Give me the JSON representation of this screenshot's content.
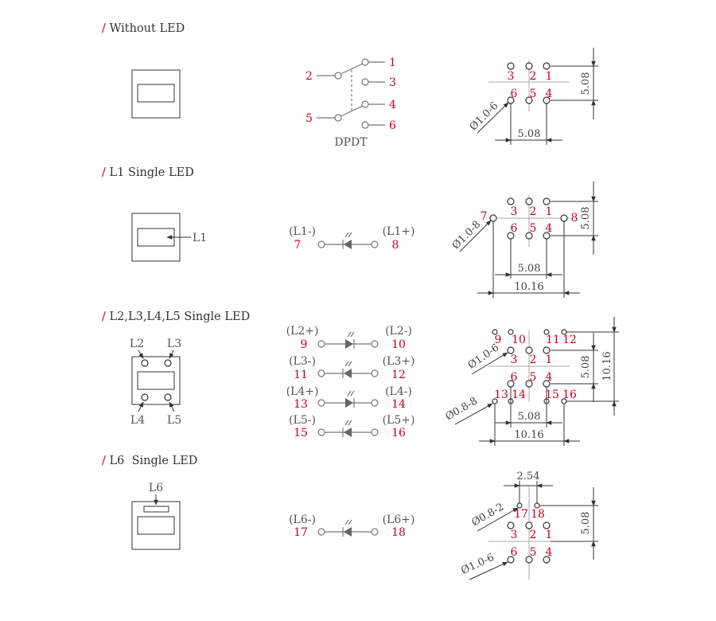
{
  "colors": {
    "accent_red": "#d0021b",
    "pin_red": "#c8001e",
    "line": "#333333",
    "guide": "#aaaaaa"
  },
  "sections": [
    {
      "slash": "/",
      "title": "Without LED",
      "schematic": {
        "pins": [
          "1",
          "2",
          "3",
          "4",
          "5",
          "6"
        ],
        "caption": "DPDT"
      },
      "footprint": {
        "pins": [
          "3",
          "2",
          "1",
          "6",
          "5",
          "4"
        ],
        "dims": {
          "pitch_h": "5.08",
          "pitch_v": "5.08",
          "hole": "Ø1.0-6"
        }
      }
    },
    {
      "slash": "/",
      "title": "L1 Single LED",
      "front": {
        "led": "L1"
      },
      "schematic": {
        "leds": [
          {
            "left_label": "(L1-)",
            "left_pin": "7",
            "right_label": "(L1+)",
            "right_pin": "8"
          }
        ]
      },
      "footprint": {
        "pins": [
          "3",
          "2",
          "1",
          "7",
          "8",
          "6",
          "5",
          "4"
        ],
        "dims": {
          "pitch_h": "5.08",
          "pitch_v": "5.08",
          "span": "10.16",
          "hole": "Ø1.0-8"
        }
      }
    },
    {
      "slash": "/",
      "title": "L2,L3,L4,L5 Single LED",
      "front": {
        "leds": [
          "L2",
          "L3",
          "L4",
          "L5"
        ]
      },
      "schematic": {
        "leds": [
          {
            "left_label": "(L2+)",
            "left_pin": "9",
            "right_label": "(L2-)",
            "right_pin": "10"
          },
          {
            "left_label": "(L3-)",
            "left_pin": "11",
            "right_label": "(L3+)",
            "right_pin": "12"
          },
          {
            "left_label": "(L4+)",
            "left_pin": "13",
            "right_label": "(L4-)",
            "right_pin": "14"
          },
          {
            "left_label": "(L5-)",
            "left_pin": "15",
            "right_label": "(L5+)",
            "right_pin": "16"
          }
        ]
      },
      "footprint": {
        "pins": [
          "9",
          "10",
          "11",
          "12",
          "3",
          "2",
          "1",
          "6",
          "5",
          "4",
          "13",
          "14",
          "15",
          "16"
        ],
        "dims": {
          "pitch_h": "5.08",
          "pitch_v": "5.08",
          "span_h": "10.16",
          "span_v": "10.16",
          "hole_big": "Ø1.0-6",
          "hole_small": "Ø0.8-8"
        }
      }
    },
    {
      "slash": "/",
      "title": "L6  Single LED",
      "front": {
        "led": "L6"
      },
      "schematic": {
        "leds": [
          {
            "left_label": "(L6-)",
            "left_pin": "17",
            "right_label": "(L6+)",
            "right_pin": "18"
          }
        ]
      },
      "footprint": {
        "pins": [
          "17",
          "18",
          "3",
          "2",
          "1",
          "6",
          "5",
          "4"
        ],
        "dims": {
          "pitch_small": "2.54",
          "pitch_v": "5.08",
          "hole_small": "Ø0.8-2",
          "hole_big": "Ø1.0-6"
        }
      }
    }
  ]
}
